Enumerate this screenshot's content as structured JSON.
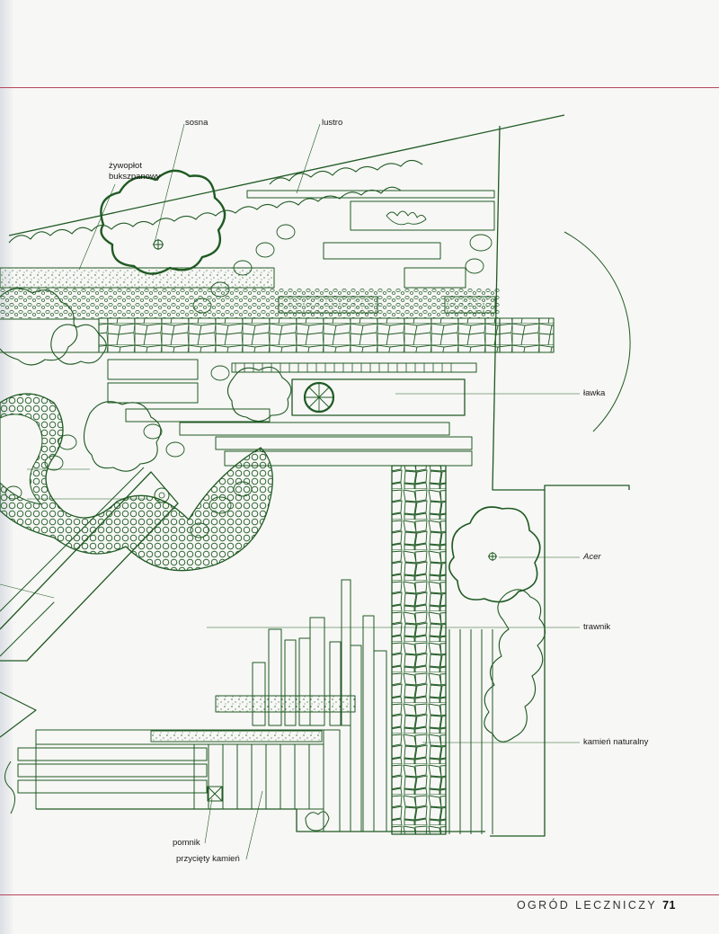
{
  "labels": {
    "sosna": "sosna",
    "lustro": "lustro",
    "zywoplot_line1": "żywopłot",
    "zywoplot_line2": "bukszpanowy",
    "lawka": "ławka",
    "acer": "Acer",
    "trawnik": "trawnik",
    "kamien_naturalny": "kamień naturalny",
    "pomnik": "pomnik",
    "przyciety_kamien": "przycięty kamień"
  },
  "footer": {
    "section": "OGRÓD LECZNICZY",
    "page_number": "71"
  },
  "colors": {
    "line": "#1f5a23",
    "page": "#f7f7f5",
    "rule": "#b8465c"
  }
}
